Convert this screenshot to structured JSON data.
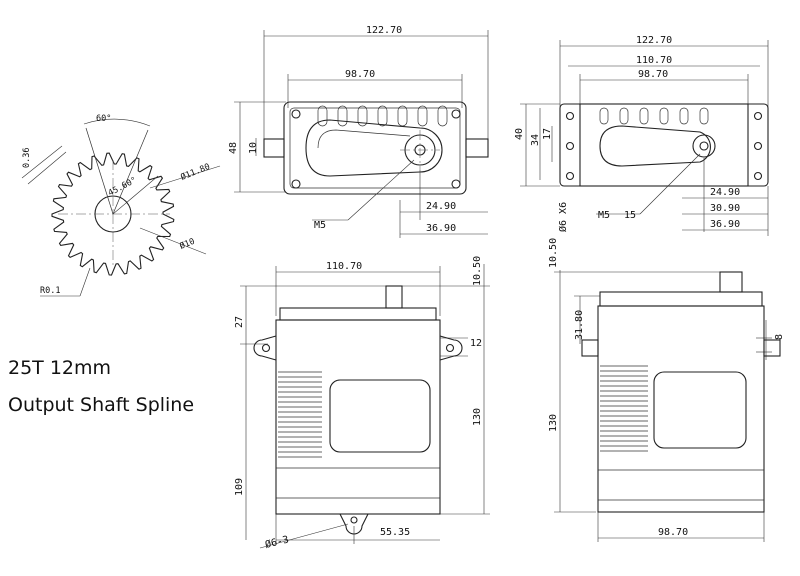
{
  "caption": {
    "line1": "25T 12mm",
    "line2": "Output Shaft Spline"
  },
  "spline": {
    "pitch_angle": "60°",
    "width": "0.36",
    "outer_dia": "Ø11.80",
    "root_angle": "45.60°",
    "inner_dia": "Ø10",
    "root_radius": "R0.1"
  },
  "top_view_left": {
    "overall_width": "122.70",
    "hole_spacing": "98.70",
    "height": "48",
    "ear_width": "10",
    "shaft_offset_a": "24.90",
    "shaft_offset_b": "36.90",
    "thread": "M5"
  },
  "top_view_right": {
    "overall_width": "122.70",
    "hole_spacing_outer": "110.70",
    "hole_spacing_inner": "98.70",
    "height": "40",
    "hole_pitch_a": "34",
    "hole_pitch_b": "17",
    "shaft_offset_a": "24.90",
    "shaft_offset_b": "30.90",
    "shaft_offset_c": "36.90",
    "hole_callout": "Ø6 X6",
    "thread": "M5",
    "thread_depth": "15"
  },
  "front_view": {
    "width": "110.70",
    "shaft_height": "10.50",
    "top_height": "27",
    "ear_thickness": "12",
    "body_height": "130",
    "base_height": "109",
    "bottom_offset": "55.35",
    "hole_callout": "Ø6-3"
  },
  "side_view": {
    "shaft_height": "10.50",
    "ear_position": "31.80",
    "ear_thickness": "8",
    "body_height": "130",
    "width": "98.70"
  }
}
